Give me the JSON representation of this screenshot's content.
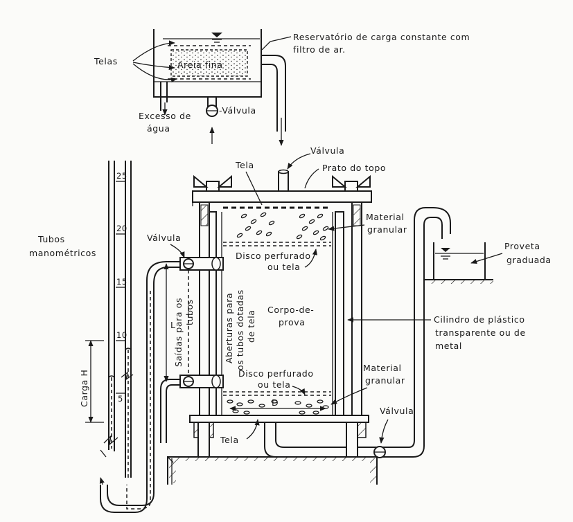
{
  "labels": {
    "reservoir_line1": "Reservatório de carga constante com",
    "reservoir_line2": "filtro de ar.",
    "telas": "Telas",
    "areia_fina": "Areia fina",
    "excesso_line1": "Excesso de",
    "excesso_line2": "água",
    "valvula_top": "-Válvula",
    "valvula_cap": "Válvula",
    "tela_top": "Tela",
    "prato_do_topo": "Prato do topo",
    "tubos_line1": "Tubos",
    "tubos_line2": "manométricos",
    "valvula_left": "Válvula",
    "material_granular_top_1": "Material",
    "material_granular_top_2": "granular",
    "disco_top_1": "Disco perfurado",
    "disco_top_2": "ou tela",
    "proveta_1": "Proveta",
    "proveta_2": "graduada",
    "corpo_1": "Corpo-de-",
    "corpo_2": "prova",
    "cilindro_1": "Cilindro de plástico",
    "cilindro_2": "transparente ou de",
    "cilindro_3": "metal",
    "saidas_1": "Saídas para os",
    "saidas_2": "tubos",
    "aberturas_1": "Aberturas para",
    "aberturas_2": "os tubos dotadas",
    "aberturas_3": "de tela",
    "L": "L",
    "carga_h": "Carga H",
    "material_granular_bot_1": "Material",
    "material_granular_bot_2": "granular",
    "disco_bot_1": "Disco perfurado",
    "disco_bot_2": "ou tela",
    "D": "D",
    "valvula_bottom": "Válvula",
    "tela_bottom": "Tela"
  },
  "scale_ticks": [
    "25",
    "20",
    "15",
    "10",
    "5"
  ]
}
